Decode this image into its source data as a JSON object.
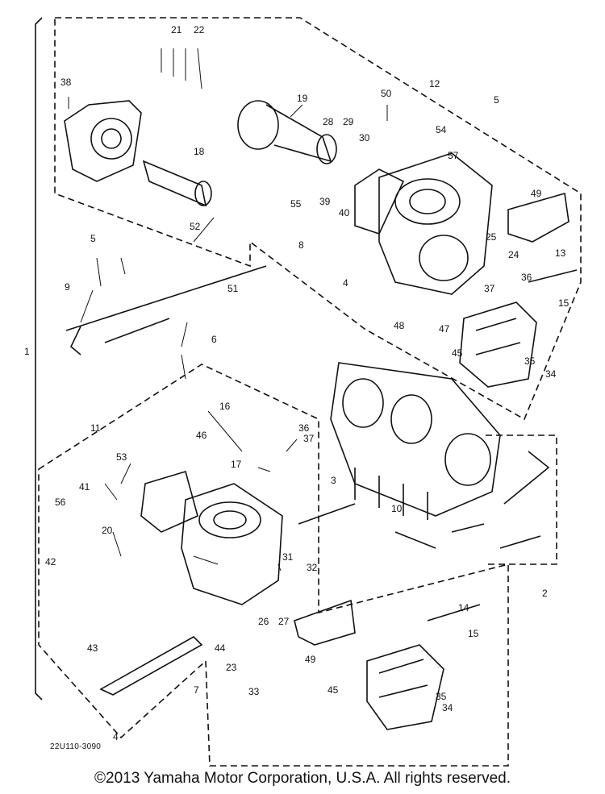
{
  "diagram": {
    "drawing_code": "22U110-3090",
    "copyright": "©2013 Yamaha Motor Corporation, U.S.A. All rights reserved.",
    "callouts": [
      "1",
      "2",
      "3",
      "4",
      "4",
      "5",
      "5",
      "6",
      "7",
      "8",
      "9",
      "10",
      "11",
      "12",
      "13",
      "14",
      "15",
      "15",
      "16",
      "17",
      "18",
      "19",
      "20",
      "21",
      "22",
      "23",
      "24",
      "25",
      "26",
      "27",
      "28",
      "29",
      "30",
      "31",
      "32",
      "33",
      "34",
      "34",
      "35",
      "35",
      "36",
      "36",
      "37",
      "37",
      "38",
      "39",
      "40",
      "41",
      "42",
      "43",
      "44",
      "45",
      "45",
      "46",
      "47",
      "48",
      "49",
      "49",
      "50",
      "51",
      "52",
      "53",
      "54",
      "55",
      "56",
      "57"
    ]
  }
}
